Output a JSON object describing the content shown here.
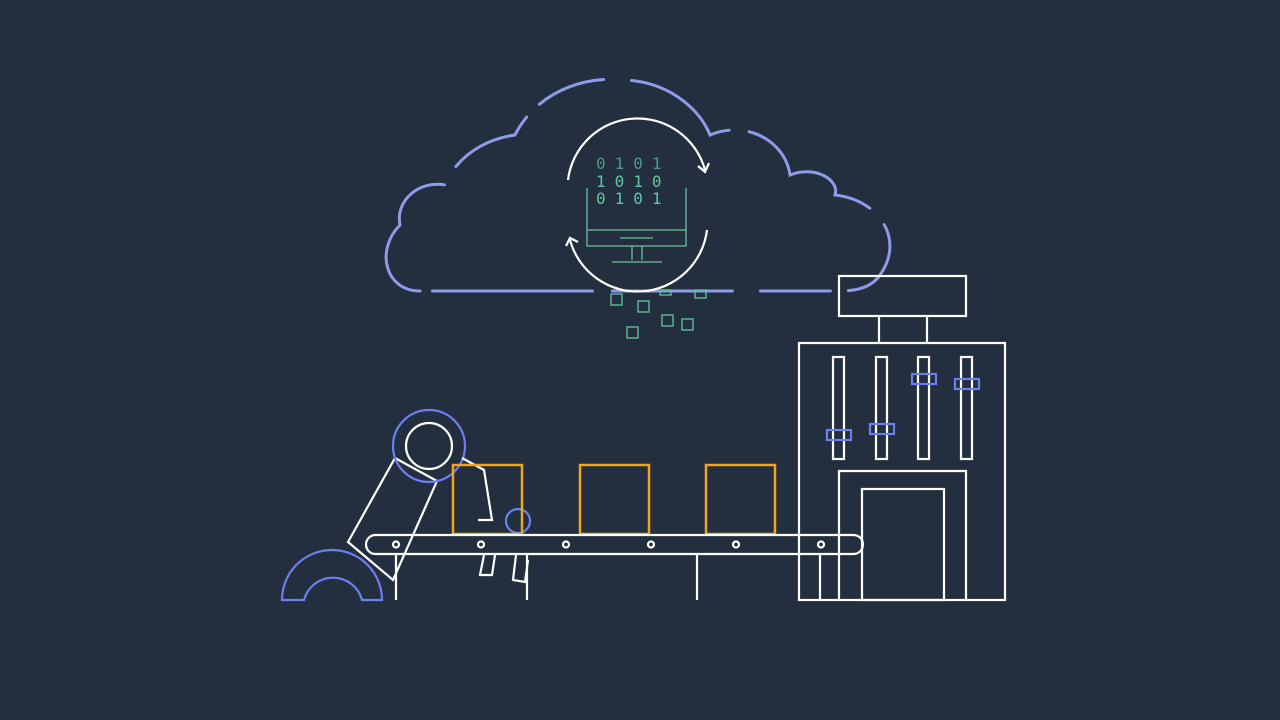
{
  "binary_rows": [
    "0101",
    "1010",
    "0101"
  ],
  "colors": {
    "background": "#232f3e",
    "cloud": "#8f9ae8",
    "robot_arm": "#6b7ff0",
    "boxes": "#f0a51c",
    "digital": "#5fc8a0",
    "lines": "#ffffff"
  }
}
